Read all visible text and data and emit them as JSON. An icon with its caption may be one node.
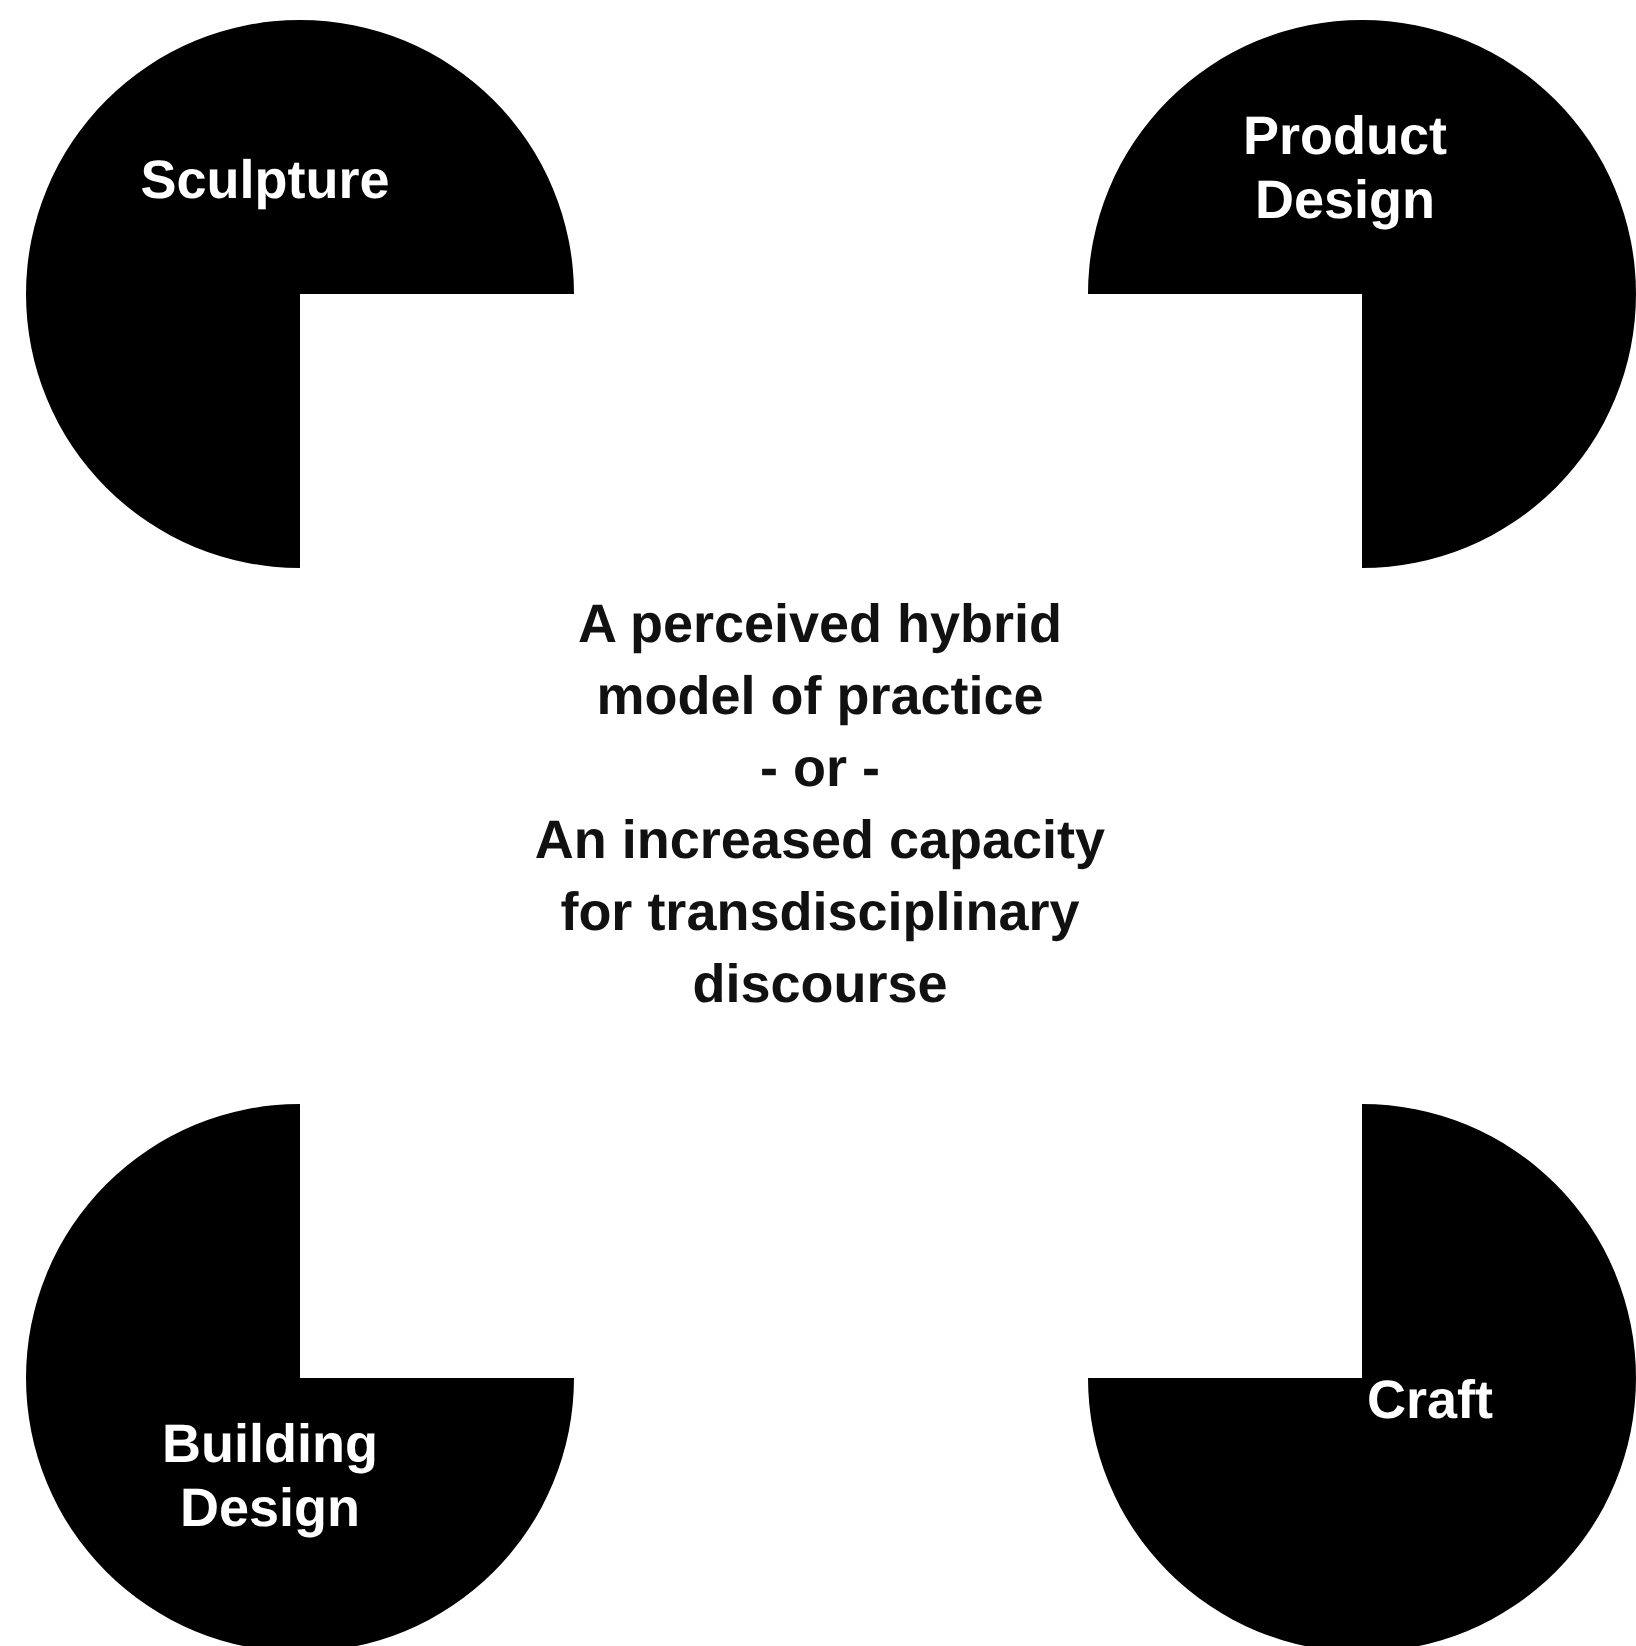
{
  "diagram": {
    "nodes": [
      {
        "text": [
          "Sculpture"
        ]
      },
      {
        "text": [
          "Product Design"
        ]
      },
      {
        "text": [
          "Building Design"
        ]
      },
      {
        "text": [
          "Craft"
        ]
      }
    ],
    "labels": [
      "A perceived hybrid model of practice",
      "- or -",
      "An increased capacity for transdisciplinary discourse"
    ]
  }
}
